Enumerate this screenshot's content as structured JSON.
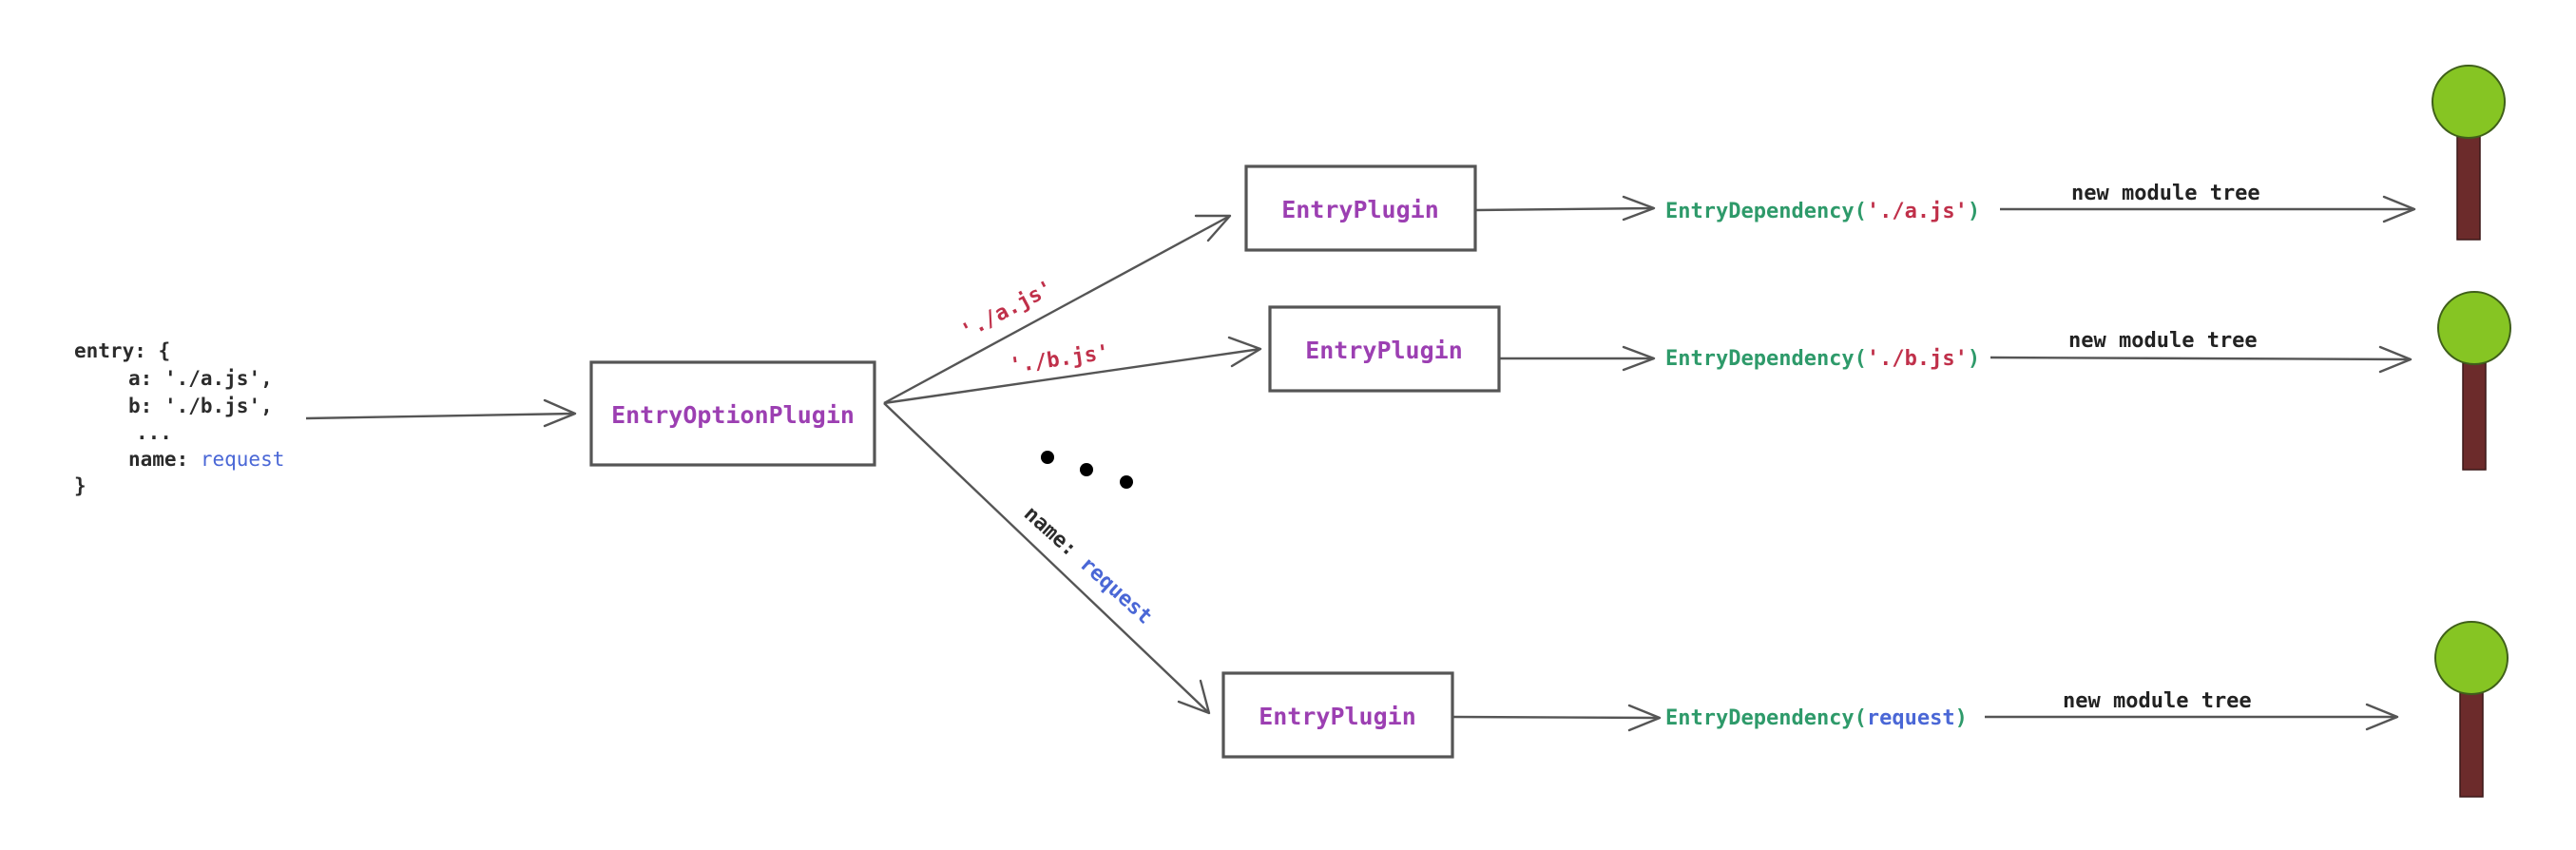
{
  "colors": {
    "plugin_label": "#9c3fb2",
    "dependency": "#2e9a6a",
    "string_literal": "#c0304a",
    "request": "#4a67d6",
    "code": "#2b2b2b",
    "tree_canopy": "#86c523",
    "tree_trunk": "#6c2b2b"
  },
  "entry_config": {
    "line1": "entry: {",
    "line2_key": "a: ",
    "line2_val": "'./a.js',",
    "line3_key": "b: ",
    "line3_val": "'./b.js',",
    "line4": "...",
    "line5_key": "name: ",
    "line5_val": "request",
    "line6": "}"
  },
  "entry_option_plugin": {
    "label": "EntryOptionPlugin"
  },
  "edges": {
    "a": "'./a.js'",
    "b": "'./b.js'",
    "name_key": "name: ",
    "name_val": "request"
  },
  "branches": [
    {
      "plugin_label": "EntryPlugin",
      "dep_prefix": "EntryDependency(",
      "dep_arg": "'./a.js'",
      "dep_suffix": ")",
      "tree_label": "new module tree",
      "tree_icon": "tree-icon"
    },
    {
      "plugin_label": "EntryPlugin",
      "dep_prefix": "EntryDependency(",
      "dep_arg": "'./b.js'",
      "dep_suffix": ")",
      "tree_label": "new module tree",
      "tree_icon": "tree-icon"
    },
    {
      "plugin_label": "EntryPlugin",
      "dep_prefix": "EntryDependency(",
      "dep_arg": "request",
      "dep_suffix": ")",
      "tree_label": "new module tree",
      "tree_icon": "tree-icon"
    }
  ]
}
